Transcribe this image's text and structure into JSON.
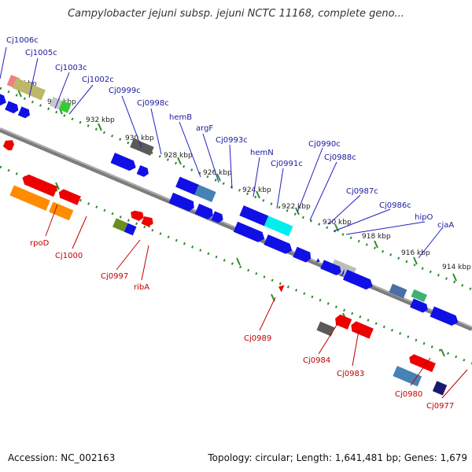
{
  "title": "Campylobacter jejuni subsp. jejuni NCTC 11168, complete geno...",
  "accession": "Accession: NC_002163",
  "stats": "Topology: circular; Length: 1,641,481 bp; Genes: 1,679",
  "colors": {
    "backbone": "#8a8a8a",
    "ruler_dots": "#2e8b2e",
    "forward_label": "#1a1aa0",
    "reverse_label": "#c00000",
    "forward_gene": "#1010e6",
    "reverse_gene": "#ee0000"
  },
  "kbp_ticks": [
    "936 kbp",
    "934 kbp",
    "932 kbp",
    "930 kbp",
    "928 kbp",
    "926 kbp",
    "924 kbp",
    "922 kbp",
    "920 kbp",
    "918 kbp",
    "916 kbp",
    "914 kbp"
  ],
  "forward_labels": [
    "Cj1006c",
    "Cj1005c",
    "Cj1003c",
    "Cj1002c",
    "Cj0999c",
    "Cj0998c",
    "hemB",
    "argF",
    "Cj0993c",
    "hemN",
    "Cj0991c",
    "Cj0990c",
    "Cj0988c",
    "Cj0987c",
    "Cj0986c",
    "hipO",
    "cjaA"
  ],
  "reverse_labels": [
    "rpoD",
    "Cj1000",
    "Cj0997",
    "ribA",
    "Cj0989",
    "Cj0984",
    "Cj0983",
    "Cj0980",
    "Cj0977"
  ]
}
